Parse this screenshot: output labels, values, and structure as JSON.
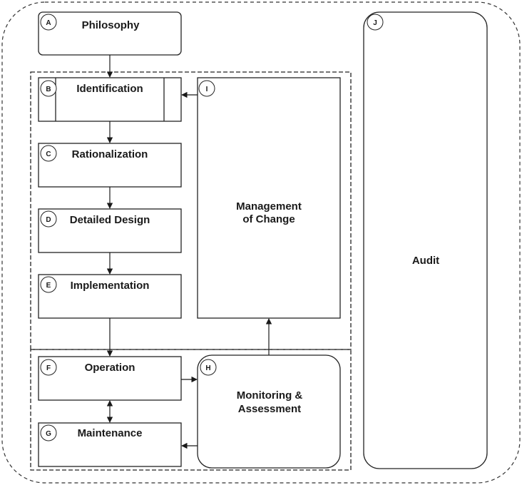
{
  "boxes": {
    "a": {
      "badge": "A",
      "label": "Philosophy"
    },
    "b": {
      "badge": "B",
      "label": "Identification"
    },
    "c": {
      "badge": "C",
      "label": "Rationalization"
    },
    "d": {
      "badge": "D",
      "label": "Detailed Design"
    },
    "e": {
      "badge": "E",
      "label": "Implementation"
    },
    "f": {
      "badge": "F",
      "label": "Operation"
    },
    "g": {
      "badge": "G",
      "label": "Maintenance"
    },
    "h": {
      "badge": "H",
      "label_line1": "Monitoring &",
      "label_line2": "Assessment"
    },
    "i": {
      "badge": "I",
      "label_line1": "Management",
      "label_line2": "of Change"
    },
    "j": {
      "badge": "J",
      "label": "Audit"
    }
  }
}
